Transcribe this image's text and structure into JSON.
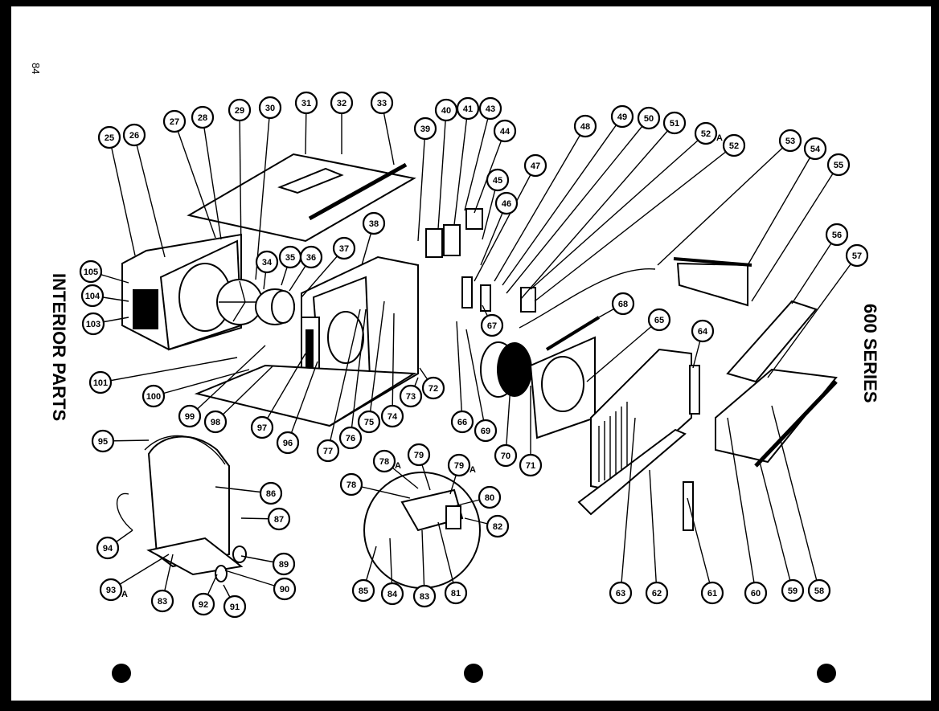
{
  "page_number": "84",
  "title_left": "INTERIOR PARTS",
  "title_right": "600 SERIES",
  "callouts": [
    {
      "id": "25",
      "label": "25"
    },
    {
      "id": "26",
      "label": "26"
    },
    {
      "id": "27",
      "label": "27"
    },
    {
      "id": "28",
      "label": "28"
    },
    {
      "id": "29",
      "label": "29"
    },
    {
      "id": "30",
      "label": "30"
    },
    {
      "id": "31",
      "label": "31"
    },
    {
      "id": "32",
      "label": "32"
    },
    {
      "id": "33",
      "label": "33"
    },
    {
      "id": "39",
      "label": "39"
    },
    {
      "id": "40",
      "label": "40"
    },
    {
      "id": "41",
      "label": "41"
    },
    {
      "id": "43",
      "label": "43"
    },
    {
      "id": "44",
      "label": "44"
    },
    {
      "id": "45",
      "label": "45"
    },
    {
      "id": "46",
      "label": "46"
    },
    {
      "id": "47",
      "label": "47"
    },
    {
      "id": "48",
      "label": "48"
    },
    {
      "id": "49",
      "label": "49"
    },
    {
      "id": "50",
      "label": "50"
    },
    {
      "id": "51",
      "label": "51"
    },
    {
      "id": "52A",
      "label": "52",
      "suffix": "A"
    },
    {
      "id": "52",
      "label": "52"
    },
    {
      "id": "53",
      "label": "53"
    },
    {
      "id": "54",
      "label": "54"
    },
    {
      "id": "55",
      "label": "55"
    },
    {
      "id": "56",
      "label": "56"
    },
    {
      "id": "57",
      "label": "57"
    },
    {
      "id": "105",
      "label": "105"
    },
    {
      "id": "104",
      "label": "104"
    },
    {
      "id": "103",
      "label": "103"
    },
    {
      "id": "34",
      "label": "34"
    },
    {
      "id": "35",
      "label": "35"
    },
    {
      "id": "36",
      "label": "36"
    },
    {
      "id": "37",
      "label": "37"
    },
    {
      "id": "38",
      "label": "38"
    },
    {
      "id": "101",
      "label": "101"
    },
    {
      "id": "100",
      "label": "100"
    },
    {
      "id": "99",
      "label": "99"
    },
    {
      "id": "98",
      "label": "98"
    },
    {
      "id": "97",
      "label": "97"
    },
    {
      "id": "96",
      "label": "96"
    },
    {
      "id": "77",
      "label": "77"
    },
    {
      "id": "76",
      "label": "76"
    },
    {
      "id": "75",
      "label": "75"
    },
    {
      "id": "74",
      "label": "74"
    },
    {
      "id": "73",
      "label": "73"
    },
    {
      "id": "72",
      "label": "72"
    },
    {
      "id": "66",
      "label": "66"
    },
    {
      "id": "69",
      "label": "69"
    },
    {
      "id": "67",
      "label": "67"
    },
    {
      "id": "68",
      "label": "68"
    },
    {
      "id": "65",
      "label": "65"
    },
    {
      "id": "64",
      "label": "64"
    },
    {
      "id": "70",
      "label": "70"
    },
    {
      "id": "71",
      "label": "71"
    },
    {
      "id": "95",
      "label": "95"
    },
    {
      "id": "86",
      "label": "86"
    },
    {
      "id": "87",
      "label": "87"
    },
    {
      "id": "94",
      "label": "94"
    },
    {
      "id": "89",
      "label": "89"
    },
    {
      "id": "90",
      "label": "90"
    },
    {
      "id": "93A",
      "label": "93",
      "suffix": "A"
    },
    {
      "id": "83L",
      "label": "83"
    },
    {
      "id": "92",
      "label": "92"
    },
    {
      "id": "91",
      "label": "91"
    },
    {
      "id": "78A",
      "label": "78",
      "suffix": "A"
    },
    {
      "id": "79",
      "label": "79"
    },
    {
      "id": "79A",
      "label": "79",
      "suffix": "A"
    },
    {
      "id": "78",
      "label": "78"
    },
    {
      "id": "80",
      "label": "80"
    },
    {
      "id": "82",
      "label": "82"
    },
    {
      "id": "85",
      "label": "85"
    },
    {
      "id": "84",
      "label": "84"
    },
    {
      "id": "83",
      "label": "83"
    },
    {
      "id": "81",
      "label": "81"
    },
    {
      "id": "63",
      "label": "63"
    },
    {
      "id": "62",
      "label": "62"
    },
    {
      "id": "61",
      "label": "61"
    },
    {
      "id": "60",
      "label": "60"
    },
    {
      "id": "59",
      "label": "59"
    },
    {
      "id": "58",
      "label": "58"
    }
  ]
}
